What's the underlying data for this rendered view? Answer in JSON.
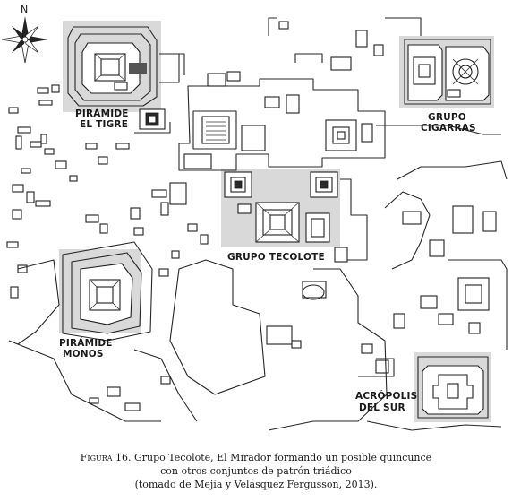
{
  "compass": {
    "north_letter": "N",
    "icon": "compass-rose-icon"
  },
  "labels": {
    "piramide_tigre": [
      "PIRÁMIDE",
      "EL TIGRE"
    ],
    "grupo_cigarras": [
      "GRUPO",
      "CIGARRAS"
    ],
    "grupo_tecolote": [
      "GRUPO TECOLOTE"
    ],
    "piramide_monos": [
      "PIRÁMIDE",
      "MONOS"
    ],
    "acropolis_sur": [
      "ACRÓPOLIS",
      "DEL SUR"
    ]
  },
  "colors": {
    "highlight": "#d9d9d9",
    "ink": "#1f1f1f"
  },
  "caption": {
    "figure_label": "Figura 16.",
    "line1_rest": " Grupo Tecolote, El Mirador formando un posible quincunce",
    "line2": "con otros conjuntos de patrón triádico",
    "line3": "(tomado de Mejía y Velásquez Fergusson, 2013)."
  }
}
